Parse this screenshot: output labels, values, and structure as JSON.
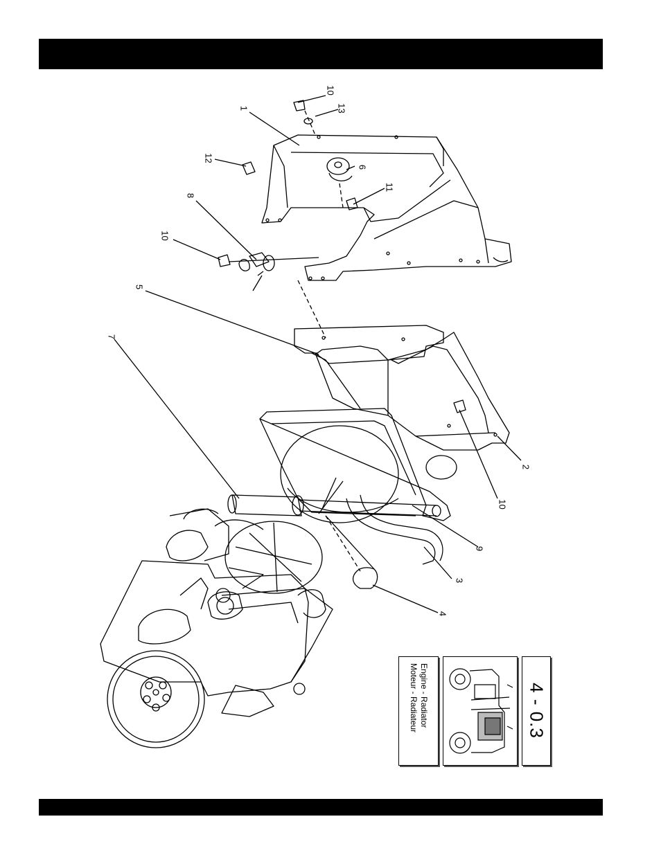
{
  "callouts": {
    "c1": "1",
    "c2": "2",
    "c3": "3",
    "c4": "4",
    "c5": "5",
    "c6": "6",
    "c7": "7",
    "c8": "8",
    "c9": "9",
    "c10a": "10",
    "c10b": "10",
    "c10c": "10",
    "c11": "11",
    "c12": "12",
    "c13": "13"
  },
  "legend": {
    "title_en": "Engine - Radiator",
    "title_fr": "Moteur - Radiateur",
    "section": "4 - 0.3"
  }
}
